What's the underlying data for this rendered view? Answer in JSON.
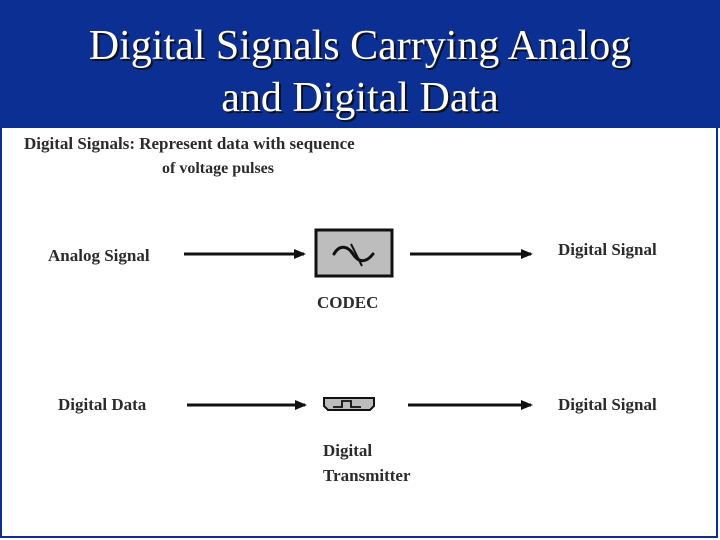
{
  "title": {
    "line1": "Digital Signals Carrying Analog",
    "line2": "and Digital Data"
  },
  "intro": {
    "line1": "Digital Signals: Represent data with sequence",
    "line2": "of voltage pulses"
  },
  "rows": [
    {
      "input_label": "Analog Signal",
      "device_label_line1": "CODEC",
      "device_label_line2": "",
      "output_label": "Digital Signal",
      "device_icon": "codec-icon"
    },
    {
      "input_label": "Digital Data",
      "device_label_line1": "Digital",
      "device_label_line2": "Transmitter",
      "output_label": "Digital Signal",
      "device_icon": "digital-transmitter-icon"
    }
  ],
  "colors": {
    "title_bg": "#0b2f93",
    "title_text": "#ffffff",
    "diagram_text": "#2b2b2b",
    "box_fill": "#bdbdbd",
    "line": "#111111"
  }
}
